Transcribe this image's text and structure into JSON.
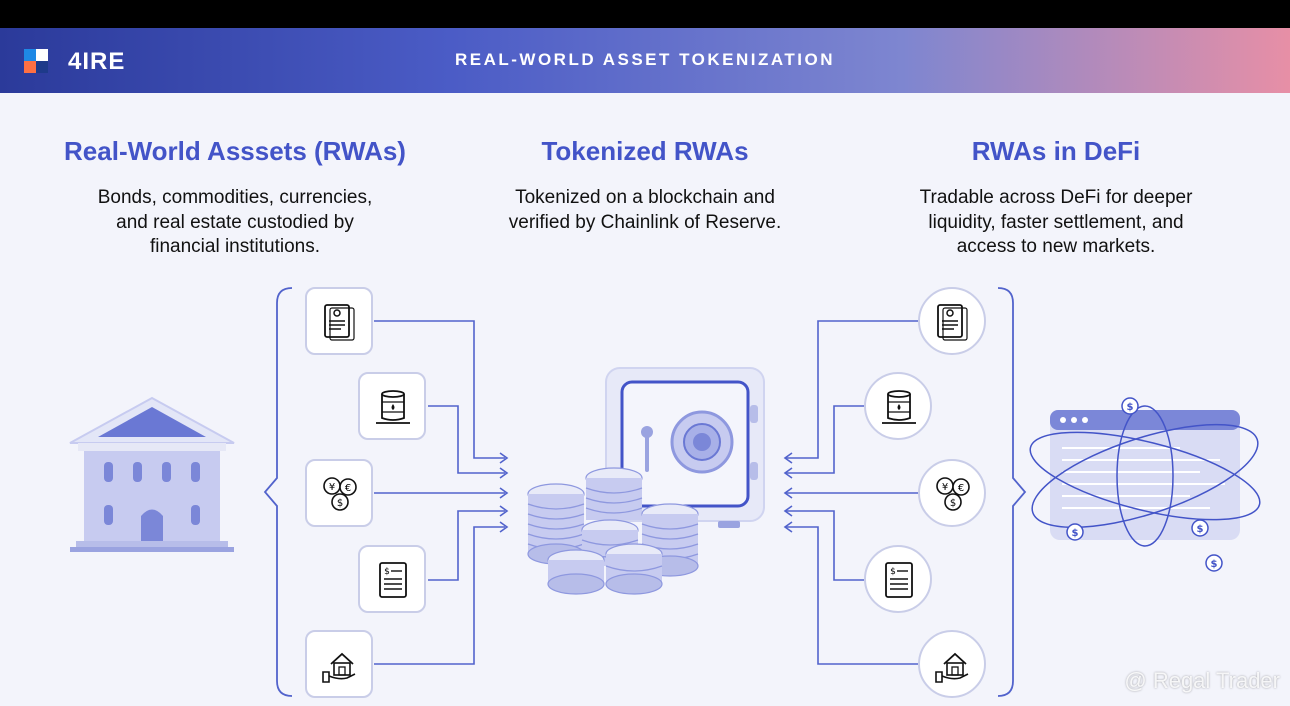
{
  "header": {
    "logo_text": "4IRE",
    "title": "REAL-WORLD ASSET TOKENIZATION"
  },
  "columns": [
    {
      "title": "Real-World Asssets (RWAs)",
      "desc_lines": [
        "Bonds, commodities, currencies,",
        "and real estate custodied by",
        "financial institutions."
      ]
    },
    {
      "title": "Tokenized RWAs",
      "desc_lines": [
        "Tokenized on a blockchain and",
        "verified by Chainlink of Reserve."
      ]
    },
    {
      "title": "RWAs in DeFi",
      "desc_lines": [
        "Tradable across DeFi for deeper",
        "liquidity, faster settlement, and",
        "access to new markets."
      ]
    }
  ],
  "assets": [
    {
      "name": "bonds",
      "icon": "bond-document-icon"
    },
    {
      "name": "commodities",
      "icon": "oil-barrel-icon"
    },
    {
      "name": "currencies",
      "icon": "currency-coins-icon"
    },
    {
      "name": "securities",
      "icon": "invoice-document-icon"
    },
    {
      "name": "real-estate",
      "icon": "house-in-hand-icon"
    }
  ],
  "icons": {
    "institution": "bank-building-icon",
    "vault": "safe-vault-icon",
    "coins": "coin-stacks-icon",
    "defi": "browser-window-orbit-icon",
    "dollar_symbol": "$",
    "yen_symbol": "¥",
    "euro_symbol": "€"
  },
  "colors": {
    "accent": "#4354c8",
    "line": "#5263cc",
    "light_fill": "#c7cbf0",
    "header_start": "#2b3a9a",
    "header_end": "#e78fa6"
  },
  "watermark": "@ Regal Trader"
}
